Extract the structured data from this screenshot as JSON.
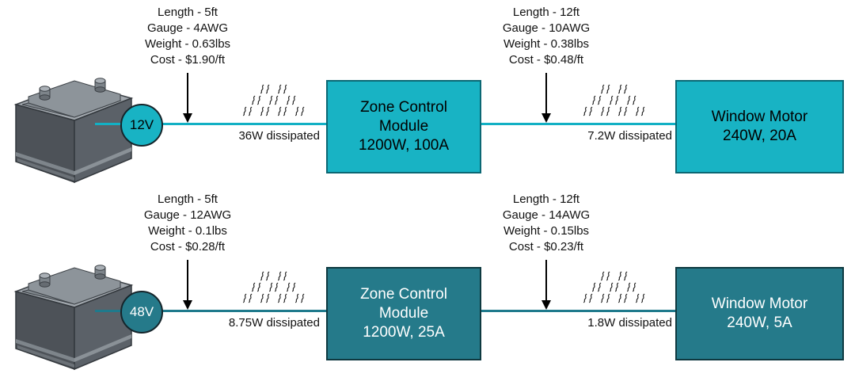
{
  "colors": {
    "s12_fill": "#18b3c4",
    "s12_border": "#0b6874",
    "s12_wire": "#12b0c4",
    "s12_text": "#000000",
    "s48_fill": "#257a8a",
    "s48_border": "#0e3940",
    "s48_wire": "#1f7a8c",
    "s48_text": "#ffffff",
    "annotation_text": "#111111"
  },
  "icons": {
    "heat": "heat-waves-icon",
    "battery": "car-battery-illustration"
  },
  "systems": {
    "v12": {
      "battery_voltage": "12V",
      "feed": {
        "length": "Length - 5ft",
        "gauge": "Gauge - 4AWG",
        "weight": "Weight - 0.63lbs",
        "cost": "Cost - $1.90/ft",
        "dissipated": "36W dissipated"
      },
      "module": {
        "name_line1": "Zone Control",
        "name_line2": "Module",
        "rating": "1200W, 100A"
      },
      "branch": {
        "length": "Length - 12ft",
        "gauge": "Gauge - 10AWG",
        "weight": "Weight - 0.38lbs",
        "cost": "Cost - $0.48/ft",
        "dissipated": "7.2W dissipated"
      },
      "motor": {
        "name": "Window Motor",
        "rating": "240W, 20A"
      }
    },
    "v48": {
      "battery_voltage": "48V",
      "feed": {
        "length": "Length - 5ft",
        "gauge": "Gauge - 12AWG",
        "weight": "Weight - 0.1lbs",
        "cost": "Cost - $0.28/ft",
        "dissipated": "8.75W dissipated"
      },
      "module": {
        "name_line1": "Zone Control",
        "name_line2": "Module",
        "rating": "1200W, 25A"
      },
      "branch": {
        "length": "Length - 12ft",
        "gauge": "Gauge - 14AWG",
        "weight": "Weight - 0.15lbs",
        "cost": "Cost - $0.23/ft",
        "dissipated": "1.8W dissipated"
      },
      "motor": {
        "name": "Window Motor",
        "rating": "240W, 5A"
      }
    }
  }
}
